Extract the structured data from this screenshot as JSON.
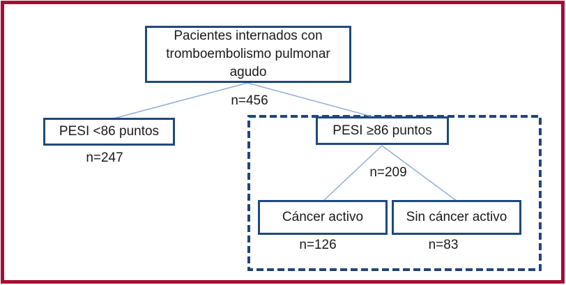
{
  "diagram": {
    "title_node": {
      "label": "Pacientes internados con tromboembolismo pulmonar agudo",
      "count": "n=456"
    },
    "low_pesi_node": {
      "label": "PESI <86 puntos",
      "count": "n=247"
    },
    "high_pesi_node": {
      "label": "PESI ≥86 puntos",
      "count": "n=209"
    },
    "cancer_node": {
      "label": "Cáncer activo",
      "count": "n=126"
    },
    "no_cancer_node": {
      "label": "Sin cáncer activo",
      "count": "n=83"
    }
  },
  "colors": {
    "outer_frame": "#a60c34",
    "node_border": "#1f497d",
    "dashed_group_border": "#20457a",
    "connector_line": "#8faedc",
    "text": "#1a1a1a",
    "background": "#ffffff"
  }
}
